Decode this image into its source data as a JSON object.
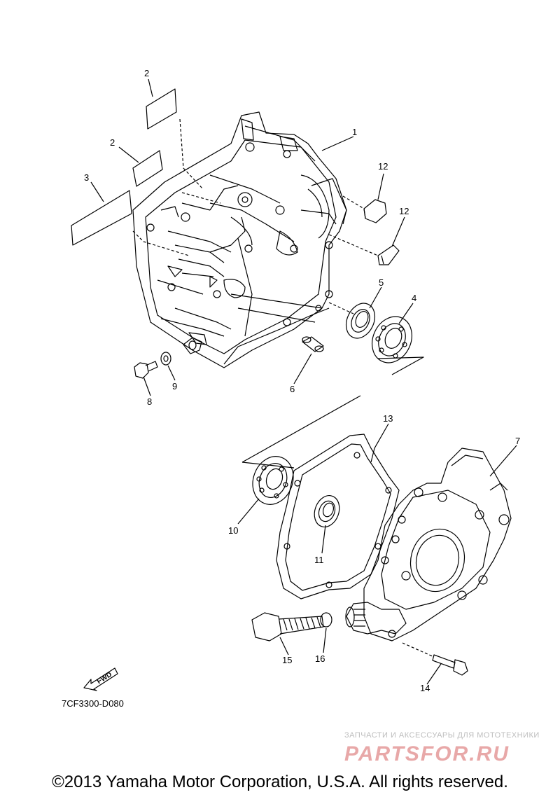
{
  "callouts": [
    "1",
    "2",
    "2",
    "3",
    "4",
    "5",
    "6",
    "7",
    "8",
    "9",
    "10",
    "11",
    "12",
    "12",
    "13",
    "14",
    "15",
    "16"
  ],
  "fwd_label": "FWD",
  "diagram_code": "7CF3300-D080",
  "watermark": {
    "subtitle": "ЗАПЧАСТИ И АКСЕССУАРЫ ДЛЯ МОТОТЕХНИКИ",
    "logo_text": "PARTSFOR.RU",
    "logo_color": "#e8a8a8"
  },
  "copyright": "©2013 Yamaha Motor Corporation, U.S.A. All rights reserved."
}
